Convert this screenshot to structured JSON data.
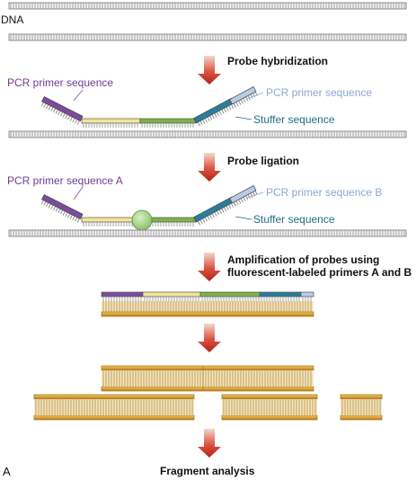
{
  "labels": {
    "dna": "DNA",
    "panel": "A",
    "pcr_left_1": "PCR primer sequence",
    "pcr_right_1": "PCR primer sequence",
    "stuffer_1": "Stuffer sequence",
    "pcr_left_2": "PCR primer sequence A",
    "pcr_right_2": "PCR primer sequence B",
    "stuffer_2": "Stuffer sequence"
  },
  "steps": {
    "hybridization": "Probe hybridization",
    "ligation": "Probe ligation",
    "amplification_line1": "Amplification of probes using",
    "amplification_line2": "fluorescent-labeled primers A and B",
    "fragment": "Fragment analysis"
  },
  "colors": {
    "strand_fill": "#f4f4f4",
    "strand_stroke": "#777777",
    "purple": "#7b4a9c",
    "yellow": "#f1e59a",
    "green": "#7db249",
    "teal": "#2a7d9a",
    "lightblue": "#b9cbe6",
    "gold": "#e0a93c",
    "gold_dark": "#a8741c",
    "arrow": "#c9302c",
    "circle": "#a9d88e"
  }
}
